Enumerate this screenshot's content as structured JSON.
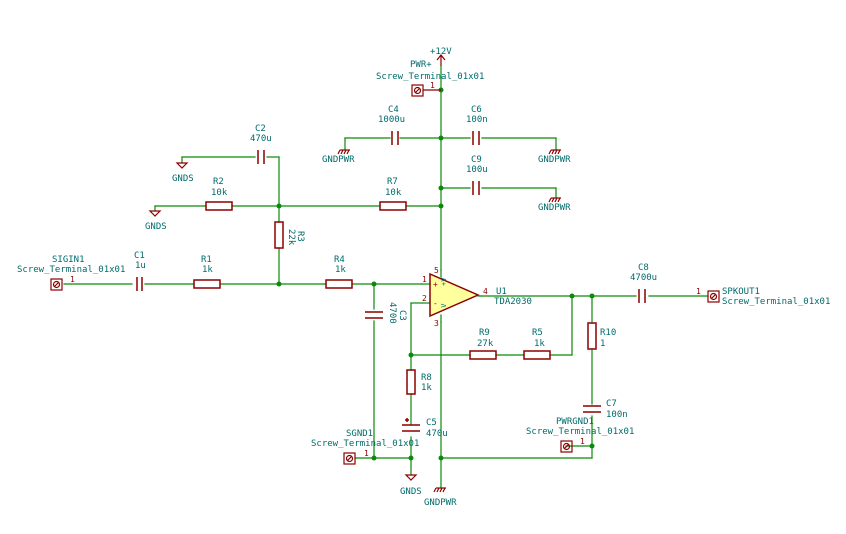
{
  "power": {
    "v12": "+12V",
    "pwr_plus": "PWR+",
    "gndpwr_c4": "GNDPWR",
    "gndpwr_c6": "GNDPWR",
    "gndpwr_c9": "GNDPWR",
    "gndpwr_bottom": "GNDPWR",
    "gnds_c2": "GNDS",
    "gnds_r2": "GNDS",
    "gnds_bottom": "GNDS"
  },
  "connectors": {
    "pwr": {
      "ref": "PWR+",
      "value": "Screw_Terminal_01x01",
      "pin": "1"
    },
    "sigin": {
      "ref": "SIGIN1",
      "value": "Screw_Terminal_01x01",
      "pin": "1"
    },
    "sgnd": {
      "ref": "SGND1",
      "value": "Screw_Terminal_01x01",
      "pin": "1"
    },
    "pwrgnd": {
      "ref": "PWRGND1",
      "value": "Screw_Terminal_01x01",
      "pin": "1"
    },
    "spkout": {
      "ref": "SPKOUT1",
      "value": "Screw_Terminal_01x01",
      "pin": "1"
    }
  },
  "components": {
    "C1": {
      "ref": "C1",
      "value": "1u"
    },
    "C2": {
      "ref": "C2",
      "value": "470u"
    },
    "C3": {
      "ref": "C3",
      "value": "4700"
    },
    "C4": {
      "ref": "C4",
      "value": "1000u"
    },
    "C5": {
      "ref": "C5",
      "value": "470u"
    },
    "C6": {
      "ref": "C6",
      "value": "100n"
    },
    "C7": {
      "ref": "C7",
      "value": "100n"
    },
    "C8": {
      "ref": "C8",
      "value": "4700u"
    },
    "C9": {
      "ref": "C9",
      "value": "100u"
    },
    "R1": {
      "ref": "R1",
      "value": "1k"
    },
    "R2": {
      "ref": "R2",
      "value": "10k"
    },
    "R3": {
      "ref": "R3",
      "value": "22k"
    },
    "R4": {
      "ref": "R4",
      "value": "1k"
    },
    "R5": {
      "ref": "R5",
      "value": "1k"
    },
    "R7": {
      "ref": "R7",
      "value": "10k"
    },
    "R8": {
      "ref": "R8",
      "value": "1k"
    },
    "R9": {
      "ref": "R9",
      "value": "27k"
    },
    "R10": {
      "ref": "R10",
      "value": "1"
    },
    "U1": {
      "ref": "U1",
      "value": "TDA2030"
    }
  },
  "opamp_pins": {
    "p1": "1",
    "p2": "2",
    "p3": "3",
    "p4": "4",
    "p5": "5",
    "plus": "+",
    "minus": "-",
    "vplus": "+V",
    "vminus": "-V"
  }
}
